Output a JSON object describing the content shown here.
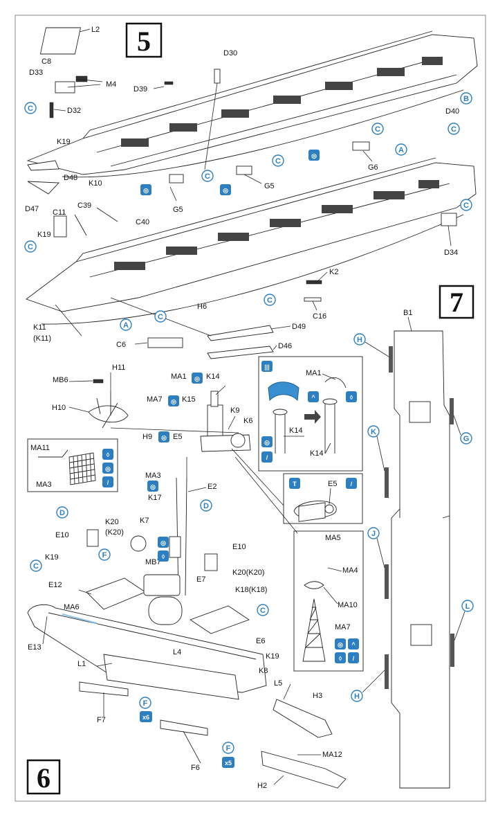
{
  "steps": {
    "s5": "5",
    "s6": "6",
    "s7": "7"
  },
  "labels": {
    "L2": "L2",
    "C8": "C8",
    "D33": "D33",
    "M4": "M4",
    "D32": "D32",
    "K19a": "K19",
    "D48": "D48",
    "K10": "K10",
    "D47": "D47",
    "D39": "D39",
    "D30": "D30",
    "G5a": "G5",
    "G5b": "G5",
    "G6": "G6",
    "D40": "D40",
    "C11": "C11",
    "C39": "C39",
    "C40": "C40",
    "K19b": "K19",
    "D34": "D34",
    "K2": "K2",
    "C16": "C16",
    "K11": "K11",
    "K11p": "(K11)",
    "C6": "C6",
    "H6": "H6",
    "D49": "D49",
    "D46": "D46",
    "MB6": "MB6",
    "H11": "H11",
    "H10": "H10",
    "H9": "H9",
    "E5": "E5",
    "MA1": "MA1",
    "K14": "K14",
    "MA7": "MA7",
    "K15": "K15",
    "K9": "K9",
    "K6": "K6",
    "iMA1": "MA1",
    "iK14a": "K14",
    "iK14b": "K14",
    "iE5": "E5",
    "MA11": "MA11",
    "MA3": "MA3",
    "MA3b": "MA3",
    "K17": "K17",
    "E2": "E2",
    "E10a": "E10",
    "E10b": "E10",
    "K20a": "K20",
    "K20ap": "(K20)",
    "K7": "K7",
    "MB7": "MB7",
    "E7": "E7",
    "K20b": "K20(K20)",
    "K18": "K18(K18)",
    "K19c": "K19",
    "E12": "E12",
    "MA6": "MA6",
    "E13": "E13",
    "L4": "L4",
    "E6": "E6",
    "K19d": "K19",
    "K8": "K8",
    "L1": "L1",
    "L5": "L5",
    "H3": "H3",
    "F7": "F7",
    "F6": "F6",
    "MA12": "MA12",
    "H2": "H2",
    "MA5": "MA5",
    "MA4": "MA4",
    "MA10": "MA10",
    "MA7b": "MA7",
    "B1": "B1",
    "H7a": "H",
    "G7": "G",
    "K7b": "K",
    "J7": "J",
    "L7": "L",
    "H7b": "H"
  },
  "callouts": {
    "A": "A",
    "B": "B",
    "C": "C",
    "D": "D",
    "F": "F"
  },
  "counts": {
    "x6": "x6",
    "x5": "x5"
  },
  "colors": {
    "accent": "#2d7fc1",
    "ink": "#222222"
  }
}
